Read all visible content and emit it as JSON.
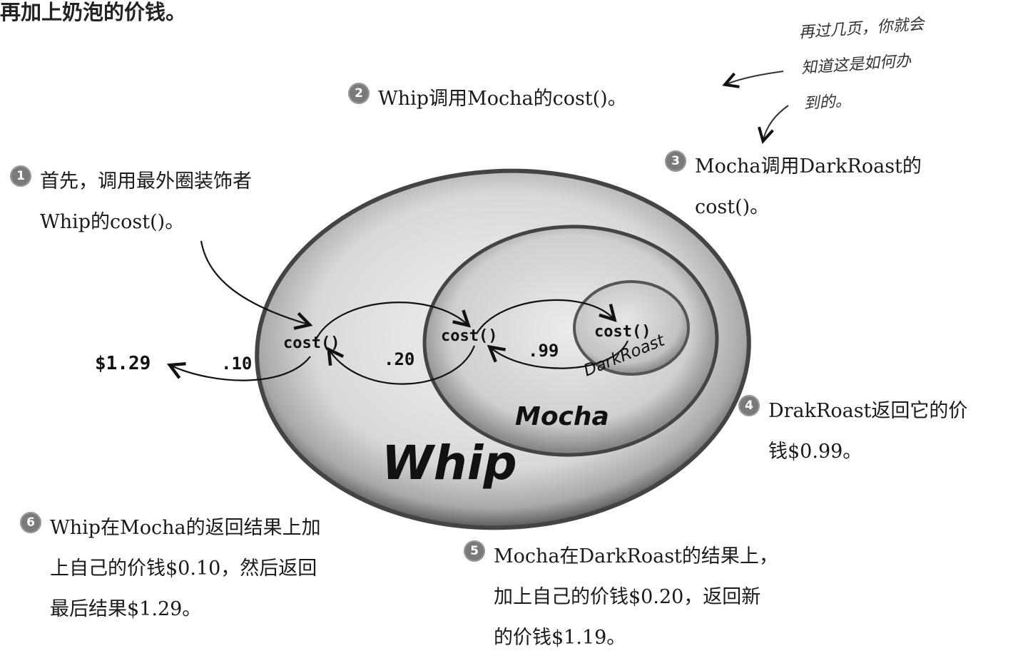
{
  "header": "再加上奶泡的价钱。",
  "steps": [
    {
      "num": "1",
      "text": "首先，调用最外圈装饰者\nWhip的cost()。"
    },
    {
      "num": "2",
      "text": "Whip调用Mocha的cost()。"
    },
    {
      "num": "3",
      "text": "Mocha调用DarkRoast的\ncost()。"
    },
    {
      "num": "4",
      "text": "DrakRoast返回它的价\n钱$0.99。"
    },
    {
      "num": "5",
      "text": "Mocha在DarkRoast的结果上，\n加上自己的价钱$0.20，返回新\n的价钱$1.19。"
    },
    {
      "num": "6",
      "text": "Whip在Mocha的返回结果上加\n上自己的价钱$0.10，然后返回\n最后结果$1.29。"
    }
  ],
  "handwritten_note": "再过几页，你就会\n知道这是如何办\n到的。",
  "diagram": {
    "outer_label": "Whip",
    "middle_label": "Mocha",
    "inner_label": "DarkRoast",
    "cost_label": "cost()",
    "final_price": "$1.29",
    "whip_price": ".10",
    "mocha_price": ".20",
    "darkroast_price": ".99"
  }
}
